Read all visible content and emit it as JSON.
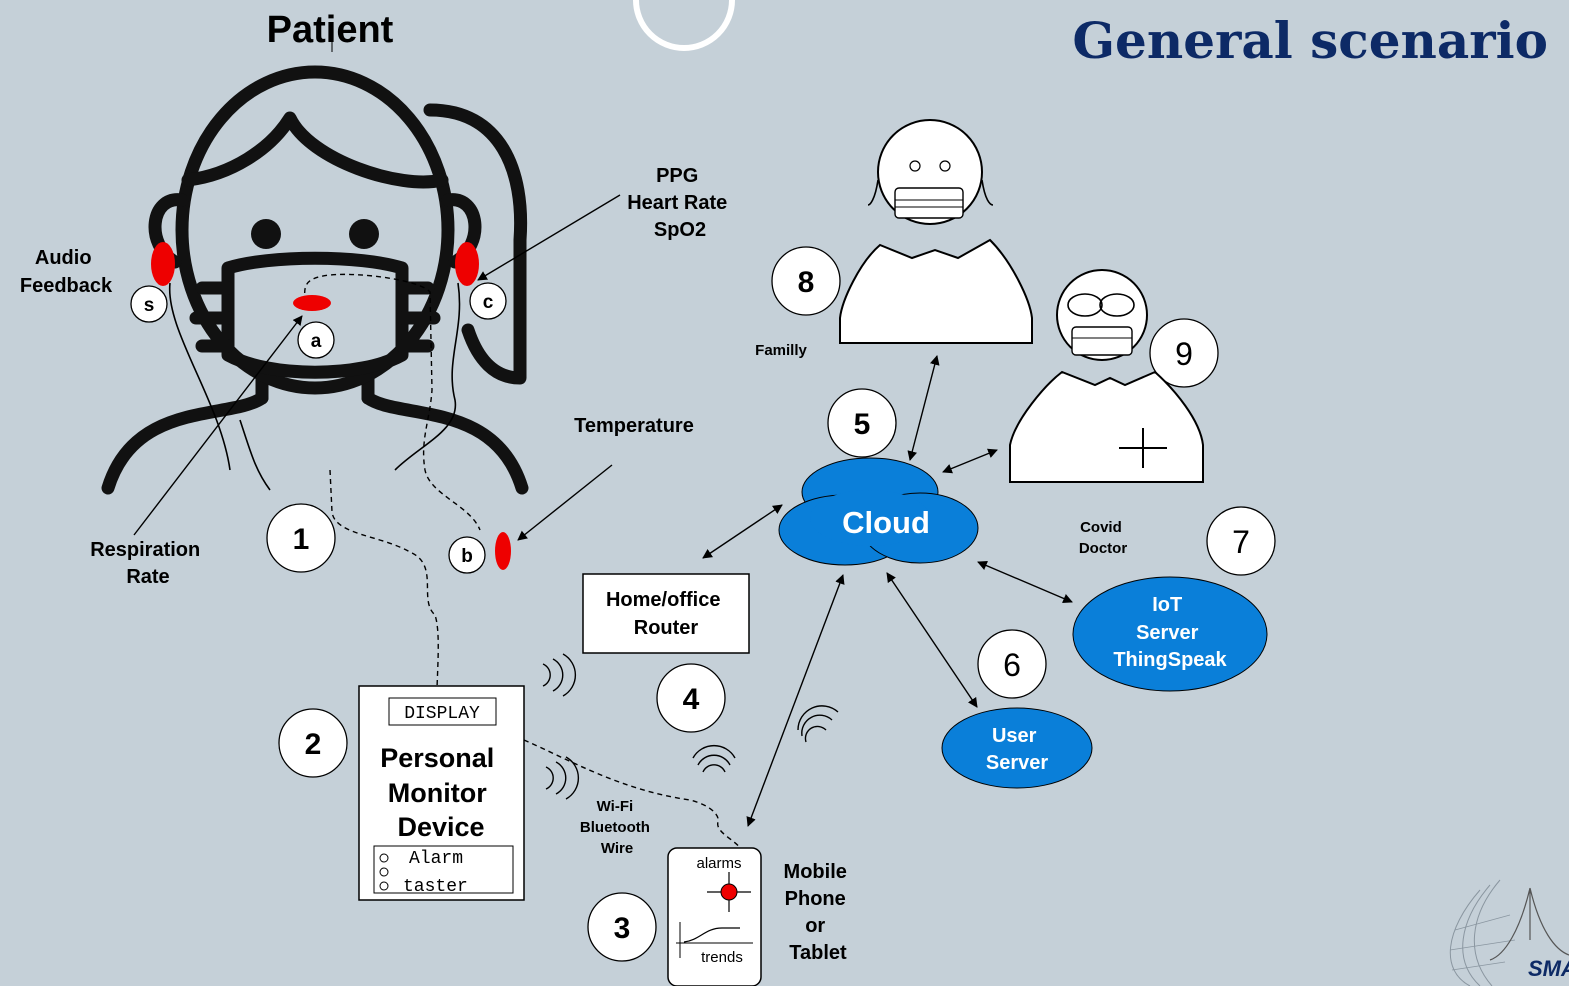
{
  "title": "General scenario",
  "patient": {
    "heading": "Patient",
    "audio_feedback": [
      "Audio",
      "Feedback"
    ],
    "ppg": [
      "PPG",
      "Heart Rate",
      "SpO2"
    ],
    "temperature": "Temperature",
    "respiration": [
      "Respiration",
      "Rate"
    ],
    "sensors": {
      "s": "s",
      "a": "a",
      "b": "b",
      "c": "c"
    },
    "sensor_color": "#ee0000"
  },
  "steps": {
    "n1": "1",
    "n2": "2",
    "n3": "3",
    "n4": "4",
    "n5": "5",
    "n6": "6",
    "n7": "7",
    "n8": "8",
    "n9": "9"
  },
  "monitor": {
    "display": "DISPLAY",
    "name": [
      "Personal",
      "Monitor",
      "Device"
    ],
    "controls": [
      "Alarm",
      "taster"
    ]
  },
  "link_label": [
    "Wi-Fi",
    "Bluetooth",
    "Wire"
  ],
  "phone": {
    "alarms": "alarms",
    "trends": "trends",
    "label": [
      "Mobile",
      "Phone",
      "or",
      "Tablet"
    ]
  },
  "router": [
    "Home/office",
    "Router"
  ],
  "cloud": "Cloud",
  "iot_server": [
    "IoT",
    "Server",
    "ThingSpeak"
  ],
  "user_server": [
    "User",
    "Server"
  ],
  "family_label": "Familly",
  "doctor_label": [
    "Covid",
    "Doctor"
  ],
  "logo_text": "SMART",
  "colors": {
    "background": "#c5d0d8",
    "title": "#0d2a66",
    "accent_blue": "#0a7fd9",
    "sensor_red": "#ee0000"
  }
}
